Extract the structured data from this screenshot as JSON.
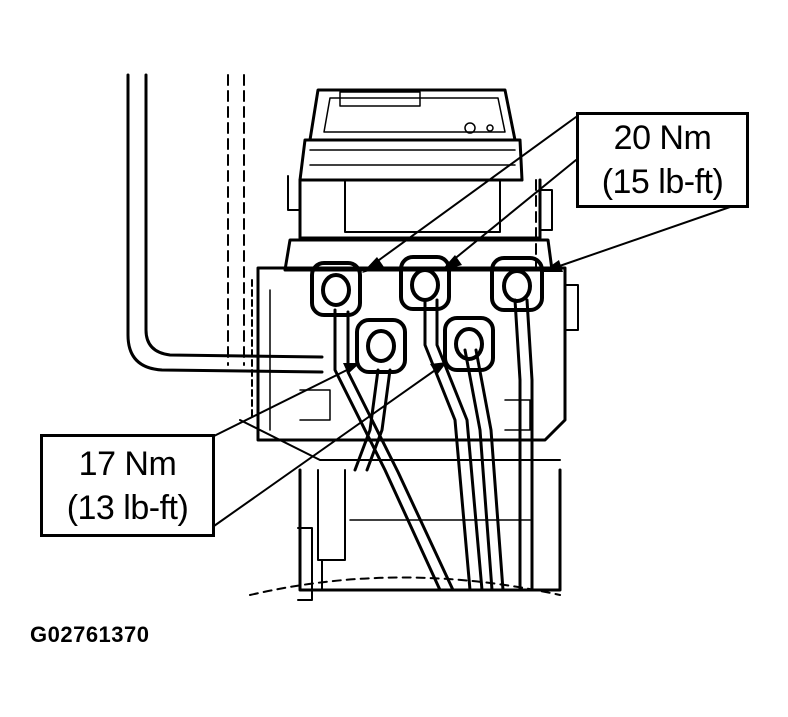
{
  "diagram": {
    "figure_id": "G02761370",
    "callouts": [
      {
        "id": "top",
        "line1": "20 Nm",
        "line2": "(15 lb-ft)"
      },
      {
        "id": "bottom",
        "line1": "17 Nm",
        "line2": "(13 lb-ft)"
      }
    ],
    "colors": {
      "ink": "#000000",
      "paper": "#ffffff"
    }
  }
}
